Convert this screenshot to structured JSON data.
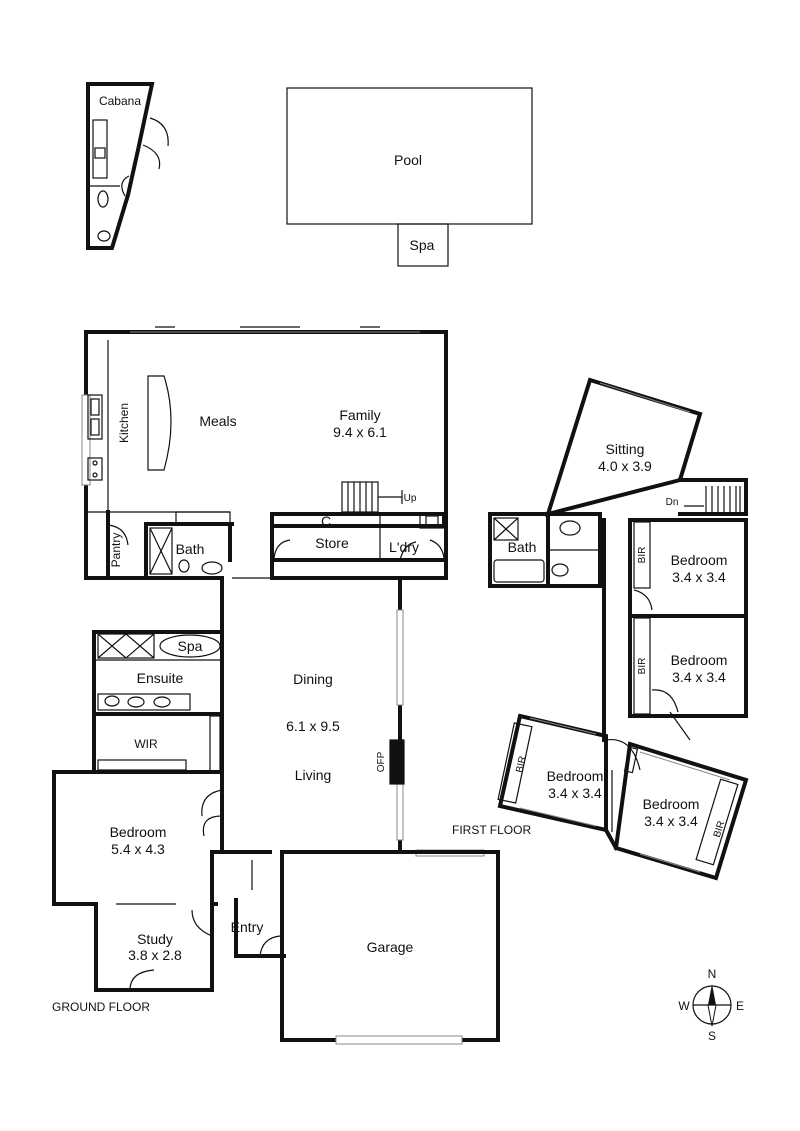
{
  "outdoor": {
    "cabana": "Cabana",
    "pool": "Pool",
    "spa": "Spa"
  },
  "ground_floor": {
    "caption": "GROUND FLOOR",
    "kitchen": "Kitchen",
    "meals": "Meals",
    "family": "Family",
    "family_dim": "9.4 x 6.1",
    "up": "Up",
    "pantry": "Pantry",
    "bath": "Bath",
    "store_c": "C",
    "store": "Store",
    "laundry": "L'dry",
    "ensuite_spa": "Spa",
    "ensuite": "Ensuite",
    "wir": "WIR",
    "dining": "Dining",
    "dining_dim": "6.1 x 9.5",
    "living": "Living",
    "ofp": "OFP",
    "bedroom": "Bedroom",
    "bedroom_dim": "5.4 x 4.3",
    "study": "Study",
    "study_dim": "3.8 x 2.8",
    "entry": "Entry",
    "garage": "Garage"
  },
  "first_floor": {
    "caption": "FIRST FLOOR",
    "sitting": "Sitting",
    "sitting_dim": "4.0 x 3.9",
    "dn": "Dn",
    "bath": "Bath",
    "bir": "BIR",
    "bedroom": "Bedroom",
    "bedroom_dim": "3.4 x 3.4"
  },
  "compass": {
    "n": "N",
    "s": "S",
    "e": "E",
    "w": "W"
  }
}
